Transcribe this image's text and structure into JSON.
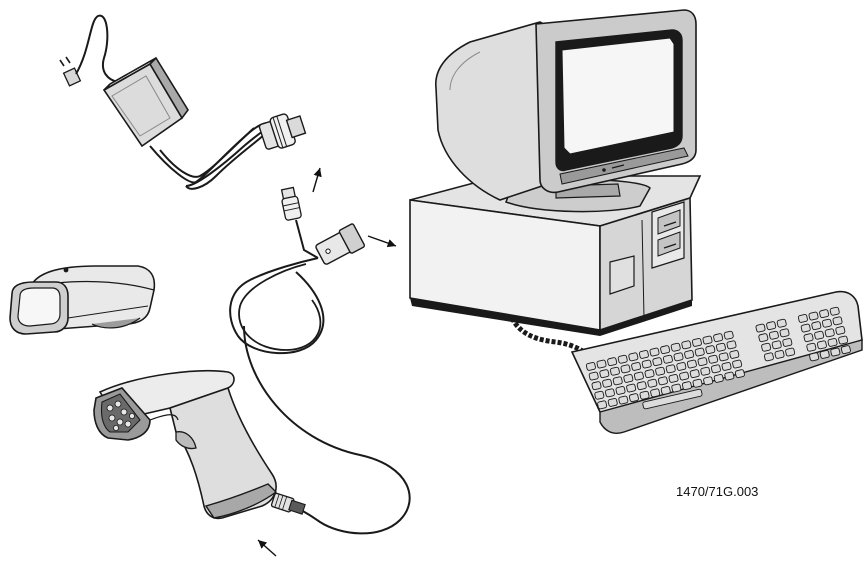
{
  "figure": {
    "code": "1470/71G.003"
  },
  "components": [
    {
      "id": "power-supply",
      "icon": "ac-adapter-icon"
    },
    {
      "id": "fixed-mount-scanner",
      "icon": "fixed-scanner-icon"
    },
    {
      "id": "handheld-scanner",
      "icon": "handheld-scanner-icon"
    },
    {
      "id": "interface-cable",
      "icon": "cable-icon"
    },
    {
      "id": "computer",
      "icon": "pc-terminal-icon"
    },
    {
      "id": "keyboard",
      "icon": "keyboard-icon"
    }
  ],
  "colors": {
    "outline": "#1a1a1a",
    "body_light": "#ececec",
    "body_mid": "#cfcfcf",
    "body_dark": "#9a9a9a",
    "shadow": "#6e6e6e",
    "screen": "#f6f6f6"
  }
}
